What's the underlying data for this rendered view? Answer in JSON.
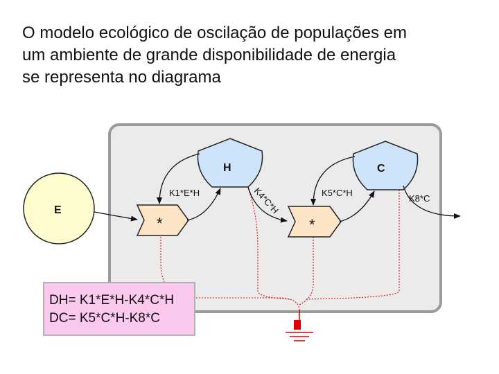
{
  "title": {
    "line1": "O modelo ecológico de oscilação de populações em",
    "line2": "um ambiente de grande disponibilidade de energia",
    "line3": "se representa no diagrama"
  },
  "nodes": {
    "energy_source": "E",
    "herbivore_tank": "H",
    "carnivore_tank": "C",
    "interaction_1_symbol": "*",
    "interaction_2_symbol": "*"
  },
  "flows": {
    "k1": "K1*E*H",
    "k4": "K4*C*H",
    "k5": "K5*C*H",
    "k8": "K8*C"
  },
  "equations": {
    "dh": "DH= K1*E*H-K4*C*H",
    "dc": "DC= K5*C*H-K8*C"
  },
  "colors": {
    "source_fill": "#fffdd0",
    "tank_fill": "#cde4fb",
    "interaction_fill": "#fde4c4",
    "system_boundary_fill": "#ebebeb",
    "system_boundary_stroke": "#9a9a9a",
    "equation_box_fill": "#fbc8ee",
    "heat_sink_color": "#e00000",
    "dotted_line_color": "#d01010"
  }
}
